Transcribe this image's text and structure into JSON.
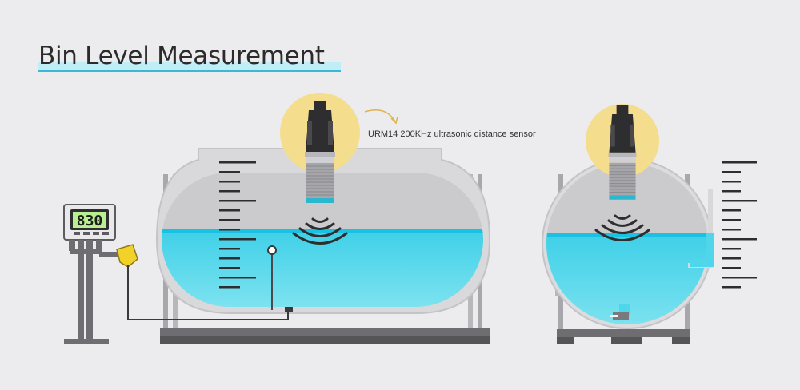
{
  "title": "Bin Level Measurement",
  "sensor_label": "URM14 200KHz ultrasonic distance sensor",
  "display_value": "830",
  "colors": {
    "background": "#ececee",
    "tank": "#d5d5d7",
    "frame": "#8c8c90",
    "water": "#4fd6ea",
    "water_edge": "#19c2e3",
    "highlight_circle": "#f4dd8d",
    "sensor_dark": "#2e2e30",
    "accent_underline": "#3ab8d8"
  },
  "icons": [
    "ultrasonic-sensor-icon",
    "level-display-icon",
    "junction-box-icon",
    "curved-arrow-icon",
    "sound-wave-icon"
  ]
}
